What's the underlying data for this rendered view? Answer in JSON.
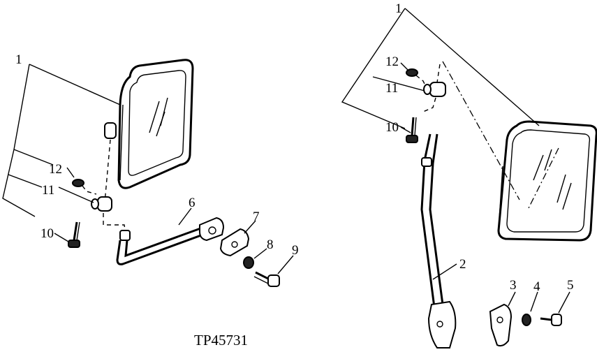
{
  "figure_id": "TP45731",
  "callouts": {
    "c1_left": "1",
    "c1_right": "1",
    "c2": "2",
    "c3": "3",
    "c4": "4",
    "c5": "5",
    "c6": "6",
    "c7": "7",
    "c8": "8",
    "c9": "9",
    "c10_left": "10",
    "c10_right": "10",
    "c11_left": "11",
    "c11_right": "11",
    "c12_left": "12",
    "c12_right": "12"
  }
}
